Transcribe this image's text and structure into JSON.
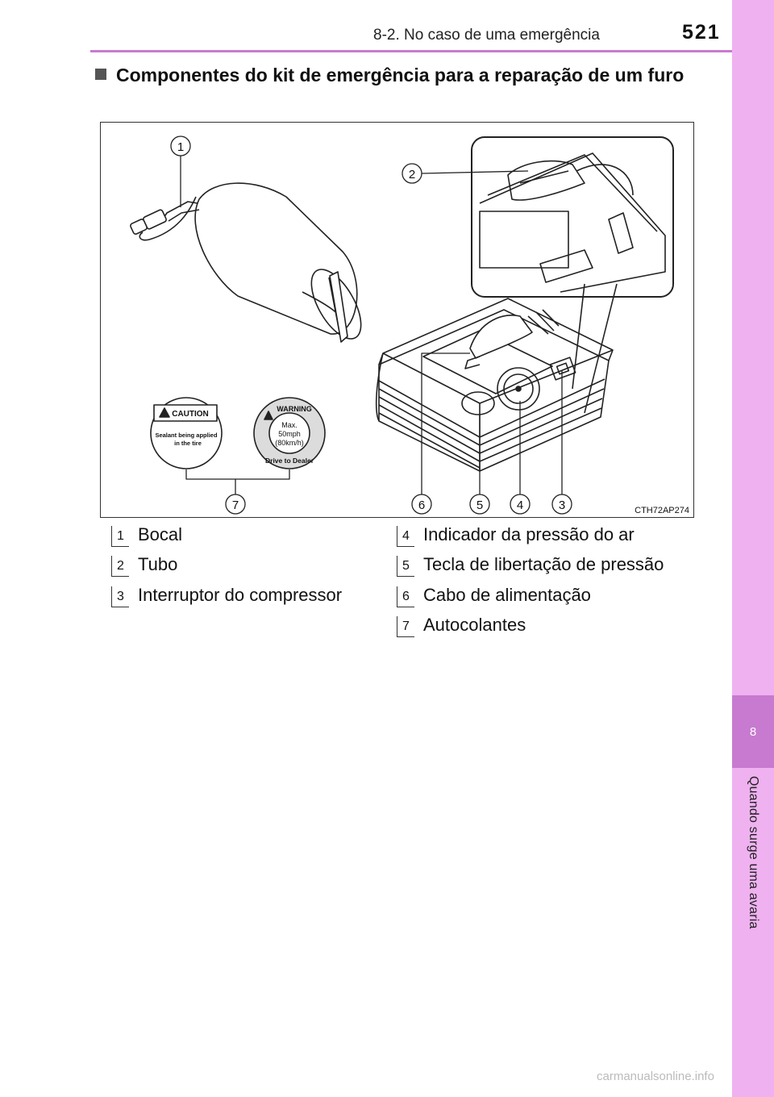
{
  "header": {
    "section": "8-2. No caso de uma emergência",
    "page_number": "521"
  },
  "side_tab": {
    "chapter": "8",
    "label": "Quando surge uma avaria"
  },
  "heading": "Componentes do kit de emergência para a reparação de um furo",
  "figure": {
    "code": "CTH72AP274",
    "callouts": [
      "1",
      "2",
      "3",
      "4",
      "5",
      "6",
      "7"
    ],
    "caution_sticker": {
      "title": "CAUTION",
      "line1": "Sealant being applied",
      "line2": "in the tire"
    },
    "warning_sticker": {
      "title": "WARNING",
      "line1": "Max.",
      "line2": "50mph",
      "line3": "(80km/h)",
      "arc": "Drive to Dealer"
    }
  },
  "legend": [
    {
      "num": "1",
      "label": "Bocal"
    },
    {
      "num": "2",
      "label": "Tubo"
    },
    {
      "num": "3",
      "label": "Interruptor do compressor"
    },
    {
      "num": "4",
      "label": "Indicador da pressão do ar"
    },
    {
      "num": "5",
      "label": "Tecla de libertação de pressão"
    },
    {
      "num": "6",
      "label": "Cabo de alimentação"
    },
    {
      "num": "7",
      "label": "Autocolantes"
    }
  ],
  "watermark": "carmanualsonline.info",
  "colors": {
    "accent": "#c77ad0",
    "tab": "#efb1f0"
  }
}
